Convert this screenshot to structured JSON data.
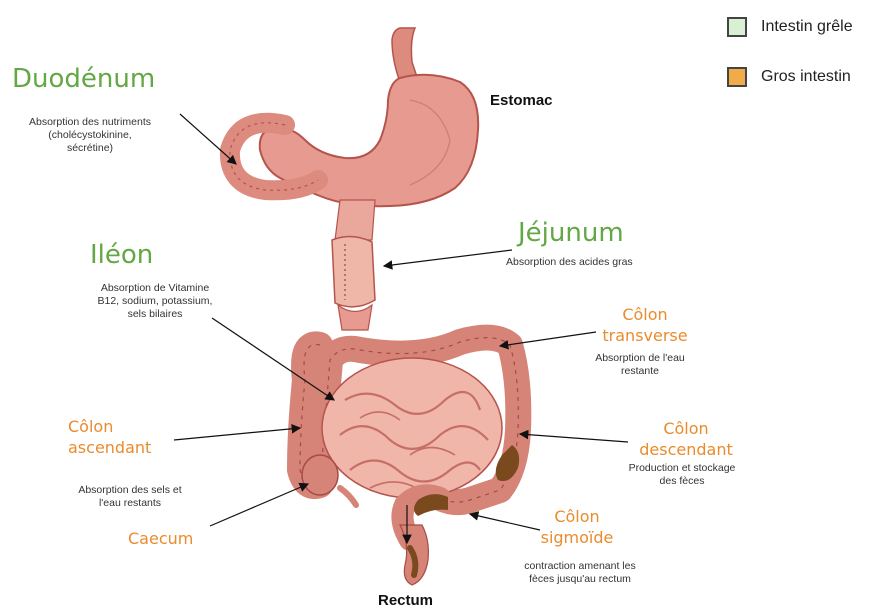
{
  "colors": {
    "green_label": "#62a844",
    "orange_label": "#ea8b2c",
    "legend_small_intestine": "#d9f0d4",
    "legend_large_intestine": "#f0ac4a",
    "organ_pink": "#dd8a7f",
    "organ_dark": "#b5544c",
    "stool": "#7a4a1e"
  },
  "legend": {
    "items": [
      {
        "label": "Intestin grêle",
        "color": "#d9f0d4"
      },
      {
        "label": "Gros intestin",
        "color": "#f0ac4a"
      }
    ]
  },
  "organs": {
    "stomach": {
      "title": "Estomac"
    },
    "rectum": {
      "title": "Rectum"
    },
    "duodenum": {
      "title": "Duodénum",
      "desc": [
        "Absorption des nutriments",
        "(cholécystokinine,",
        "sécrétine)"
      ]
    },
    "jejunum": {
      "title": "Jéjunum",
      "desc": [
        "Absorption des acides gras"
      ]
    },
    "ileum": {
      "title": "Iléon",
      "desc": [
        "Absorption de Vitamine",
        "B12, sodium, potassium,",
        "sels bilaires"
      ]
    },
    "transverse_colon": {
      "title": [
        "Côlon",
        "transverse"
      ],
      "desc": [
        "Absorption de l'eau",
        "restante"
      ]
    },
    "ascending_colon": {
      "title": [
        "Côlon",
        "ascendant"
      ],
      "desc": [
        "Absorption des sels et",
        "l'eau restants"
      ]
    },
    "descending_colon": {
      "title": [
        "Côlon",
        "descendant"
      ],
      "desc": [
        "Production et stockage",
        "des fèces"
      ]
    },
    "caecum": {
      "title": "Caecum"
    },
    "sigmoid_colon": {
      "title": [
        "Côlon",
        "sigmoïde"
      ],
      "desc": [
        "contraction amenant les",
        "fèces jusqu'au rectum"
      ]
    }
  }
}
